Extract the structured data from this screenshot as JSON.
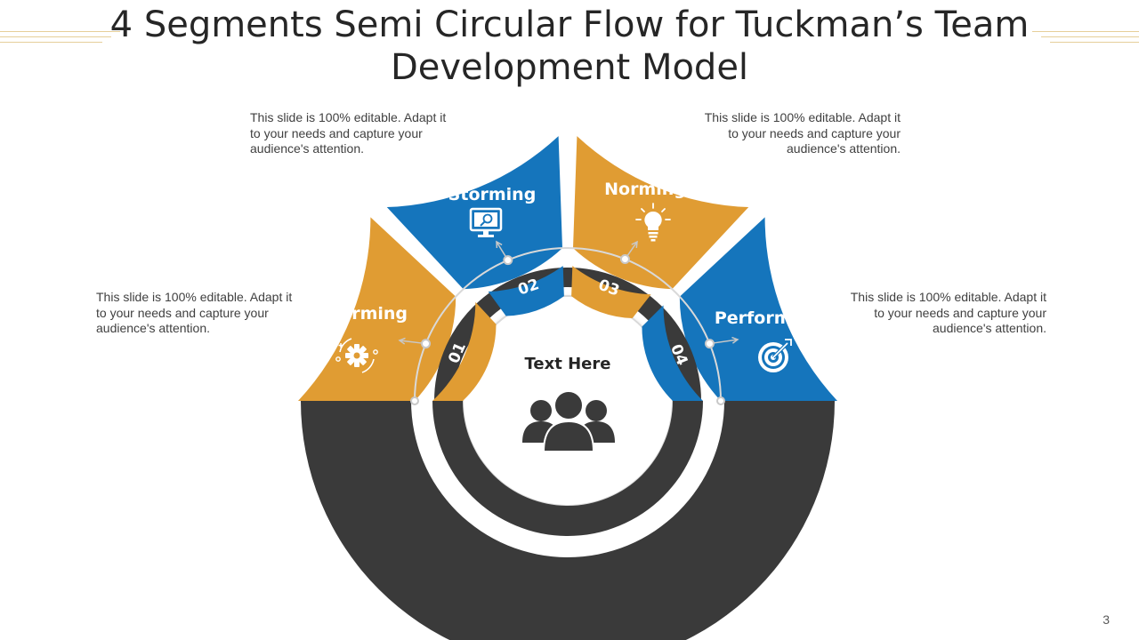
{
  "title": {
    "line1": "4 Segments Semi Circular Flow for Tuckman’s Team",
    "line2": "Development Model"
  },
  "colors": {
    "orange": "#E09C33",
    "blue": "#1575BC",
    "dark": "#3A3A3A",
    "accent_gold": "#E6CF9A"
  },
  "descriptions": {
    "top_left": "This slide is 100% editable. Adapt it to your needs and capture your audience's attention.",
    "top_right": "This slide is 100% editable. Adapt it to your needs and capture your audience's attention.",
    "middle_left": "This slide is 100% editable. Adapt it to your needs and capture your audience's attention.",
    "middle_right": "This slide is 100% editable. Adapt it to your needs and capture your audience's attention."
  },
  "stages": [
    {
      "label": "Forming",
      "number": "01",
      "icon": "gear-icon"
    },
    {
      "label": "Storming",
      "number": "02",
      "icon": "monitor-search-icon"
    },
    {
      "label": "Norming",
      "number": "03",
      "icon": "lightbulb-icon"
    },
    {
      "label": "Performing",
      "number": "04",
      "icon": "target-icon"
    }
  ],
  "center": {
    "text": "Text Here",
    "icon": "team-icon"
  },
  "page_number": "3"
}
